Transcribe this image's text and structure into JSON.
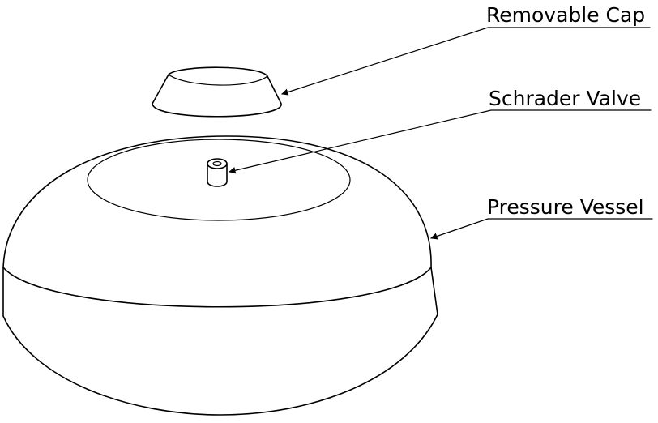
{
  "labels": {
    "cap": "Removable Cap",
    "valve": "Schrader Valve",
    "vessel": "Pressure Vessel"
  },
  "colors": {
    "stroke": "#000000",
    "background": "#ffffff"
  }
}
